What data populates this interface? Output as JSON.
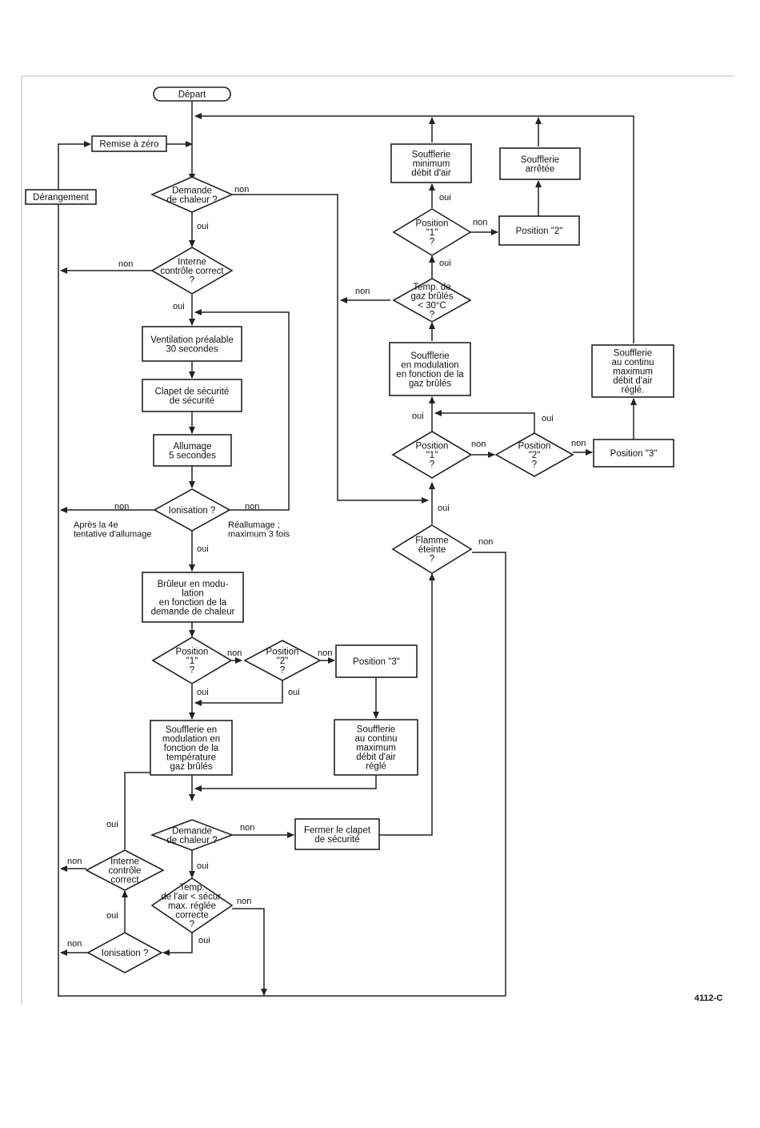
{
  "figure_id": "4112-C",
  "nodes": {
    "depart": [
      "Départ"
    ],
    "remise": [
      "Remise à zéro"
    ],
    "derangement": [
      "Dérangement"
    ],
    "demande1": [
      "Demande",
      "de chaleur ?"
    ],
    "interne1": [
      "Interne",
      "contrôle correct",
      "?"
    ],
    "ventilation": [
      "Ventilation préalable",
      "30 secondes"
    ],
    "clapet": [
      "Clapet de sécurité",
      "de sécurité"
    ],
    "allumage": [
      "Allumage",
      "5 secondes"
    ],
    "ionisation1": [
      "Ionisation ?"
    ],
    "bruleur": [
      "Brûleur en modu-",
      "lation",
      "en fonction de la",
      "demande de chaleur"
    ],
    "posL1": [
      "Position",
      "\"1\"",
      "?"
    ],
    "posL2": [
      "Position",
      "\"2\"",
      "?"
    ],
    "posL3": [
      "Position \"3\""
    ],
    "souffModL": [
      "Soufflerie en",
      "modulation en",
      "fonction de la",
      "température",
      "gaz brûlés"
    ],
    "souffContL": [
      "Soufflerie",
      "au continu",
      "maximum",
      "débit d'air",
      "réglé"
    ],
    "demande2": [
      "Demande",
      "de chaleur ?"
    ],
    "fermer": [
      "Fermer le clapet",
      "de sécurité"
    ],
    "interne2": [
      "Interne",
      "contrôle",
      "correct"
    ],
    "temp": [
      "Temp.",
      "de l'air < sécur.",
      "max. réglée",
      "correcte",
      "?"
    ],
    "ionisation2": [
      "Ionisation ?"
    ],
    "souffMin": [
      "Soufflerie",
      "minimum",
      "débit d'air"
    ],
    "souffArr": [
      "Soufflerie",
      "arrêtée"
    ],
    "posR1a": [
      "Position",
      "\"1\"",
      "?"
    ],
    "posR2a": [
      "Position \"2\""
    ],
    "tempGaz": [
      "Temp. de",
      "gaz brûlés",
      "< 30°C",
      "?"
    ],
    "souffModR": [
      "Soufflerie",
      "en modulation",
      "en fonction de la",
      "gaz brûlés"
    ],
    "souffContR": [
      "Soufflerie",
      "au continu",
      "maximum",
      "débit d'air",
      "réglé."
    ],
    "posR1b": [
      "Position",
      "\"1\"",
      "?"
    ],
    "posR2b": [
      "Position",
      "\"2\"",
      "?"
    ],
    "posR3": [
      "Position \"3\""
    ],
    "flamme": [
      "Flamme",
      "éteinte",
      "?"
    ]
  },
  "labels": {
    "non_demande1": "non",
    "oui_demande1": "oui",
    "non_interne1": "non",
    "oui_interne1": "oui",
    "non_ionisation1": "non",
    "apres": [
      "Après la 4e",
      "tentative d'allumage"
    ],
    "non_rea": "non",
    "reallumage": [
      "Réallumage ;",
      "maximum 3 fois"
    ],
    "oui_ionisation1": "oui",
    "non_posL1": "non",
    "non_posL2": "non",
    "oui_posL1": "oui",
    "oui_posL2": "oui",
    "oui_interne2": "oui",
    "non_demande2": "non",
    "non_interne2": "non",
    "oui_demande2": "oui",
    "oui_ionisation2": "oui",
    "non_temp": "non",
    "oui_temp": "oui",
    "non_ionisation2": "non",
    "oui_posR1a_top": "oui",
    "non_posR1a": "non",
    "oui_posR1a_bottom": "oui",
    "non_tempGaz": "non",
    "oui_posR1b": "oui",
    "oui_posR2b": "oui",
    "non_posR1b": "non",
    "non_posR2b": "non",
    "oui_flamme": "oui",
    "non_flamme": "non"
  }
}
